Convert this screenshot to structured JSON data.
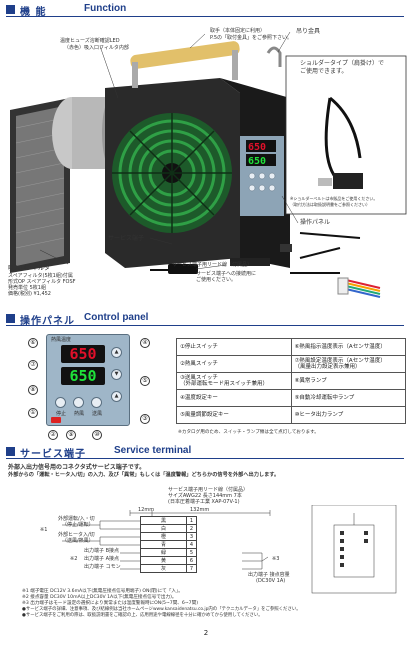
{
  "function_section": {
    "title_jp": "機 能",
    "title_en": "Function",
    "callouts": {
      "fuse_led": "温度ヒューズ溶断確認LED",
      "fuse_led_sub": "（赤色）吸入口フィルタ内部",
      "handle": "取手（本体固定に利用）",
      "handle_sub": "P.5の「取付金具」をご参照下さい。",
      "hanger": "吊り金具",
      "shoulder_1": "ショルダータイプ（肩掛け）で",
      "shoulder_2": "ご使用できます。",
      "shoulder_note_1": "※ショルダーベルトは市販品をご使用ください。",
      "shoulder_note_2": "（取付方法は取扱説明書をご参照ください）",
      "control_panel": "操作パネル",
      "service_terminal": "サービス端子",
      "intake_filter": "吸入口フィルタ",
      "filter_spec_1": "スペアフィルタ(5枚1組)付属",
      "filter_spec_2": "形式OP  スペアフィルタ  FOSF",
      "filter_spec_3": "発売単位  5枚1組",
      "filter_spec_4": "価格(税別) ¥1,452",
      "lead_wire": "サービス端子用リード線（付属品）",
      "lead_wire_sub_1": "サービス端子への接続用に",
      "lead_wire_sub_2": "ご使用ください。"
    },
    "display_values": {
      "top": "650",
      "bottom": "650"
    }
  },
  "control_section": {
    "title_jp": "操作パネル",
    "title_en": "Control panel",
    "panel_label": "熱風温度",
    "panel_values": {
      "top": "650",
      "bottom": "650"
    },
    "buttons": [
      "停止",
      "熱風",
      "送風"
    ],
    "numbers": [
      "①",
      "②",
      "③",
      "④",
      "⑤",
      "⑥",
      "⑦",
      "⑧",
      "⑨",
      "⑩"
    ],
    "table": [
      [
        "①停止スイッチ",
        "⑥熱風指示温度表示（Aセンサ温度）"
      ],
      [
        "②熱風スイッチ",
        "⑦熱風設定温度表示（Aセンサ温度）\n（風量出力設定表示兼用）"
      ],
      [
        "③送風スイッチ\n（外部運転モード用スイッチ兼用）",
        "⑧異常ランプ"
      ],
      [
        "④温度設定キー",
        "⑨自動冷却運転中ランプ"
      ],
      [
        "⑤風量調節設定キー",
        "⑩ヒータ出力ランプ"
      ]
    ],
    "note": "※カタログ用のため、スイッチ・ランプ類は全て点灯しております。"
  },
  "service_section": {
    "title_jp": "サービス端子",
    "title_en": "Service terminal",
    "intro_1": "外部入出力信号用のコネクタ式サービス端子です。",
    "intro_2": "外部からの「運転・ヒータ入/切」の入力、及び「異常」もしくは「温度警報」どちらかの信号を外部へ出力します。",
    "lead_title_1": "サービス端子用リード線（付属品）",
    "lead_title_2": "サイズAWG22  長さ144mm  7本",
    "lead_title_3": "(日本圧着端子工業  XAP-07V-1)",
    "dim_1": "12mm",
    "dim_2": "132mm",
    "wire_colors": [
      "黒",
      "白",
      "橙",
      "青",
      "緑",
      "黄",
      "灰"
    ],
    "wire_nums": [
      "1",
      "2",
      "3",
      "4",
      "5",
      "6",
      "7"
    ],
    "left_labels": {
      "run_in": "外部運転/入・切",
      "run_in_sub": "（停止/運転）",
      "heater_in": "外部ヒータ入/切",
      "heater_in_sub": "（送風/熱風）",
      "out_b": "出力端子  B接点",
      "out_a": "出力端子  A接点",
      "out_com": "出力端子  コモン",
      "mark1": "※1",
      "mark2": "※2",
      "mark3": "※3"
    },
    "contact_cap": "出力端子  接点容量",
    "contact_cap_sub": "(DC30V  1A)",
    "notes": [
      "※1  端子電圧  DC12V  3.6mA以下(無電圧接点信号用端子)  ON(閉)にて「入」。",
      "※2  接点容量  DC30V  10mA以上DC30V 1A以下(無電圧接点信号で出力)。",
      "※3  出力端子はモード設定の選択により異常または温度警報時にON(5~7間、6~7間)",
      "●サービス端子の詳細、注意事項、及び結線例は当社ホームページwww.kansaidenatsu.co.jp内の「テクニカルデータ」をご参照ください。",
      "●サービス端子をご利用の際は、取扱説明書をご確認の上、応用用途や電線線径を十分に確かめてから使用してください。"
    ]
  },
  "page_number": "2",
  "colors": {
    "accent": "#1f3f8a",
    "led_red": "#e0102a",
    "led_green": "#1fe23a"
  }
}
